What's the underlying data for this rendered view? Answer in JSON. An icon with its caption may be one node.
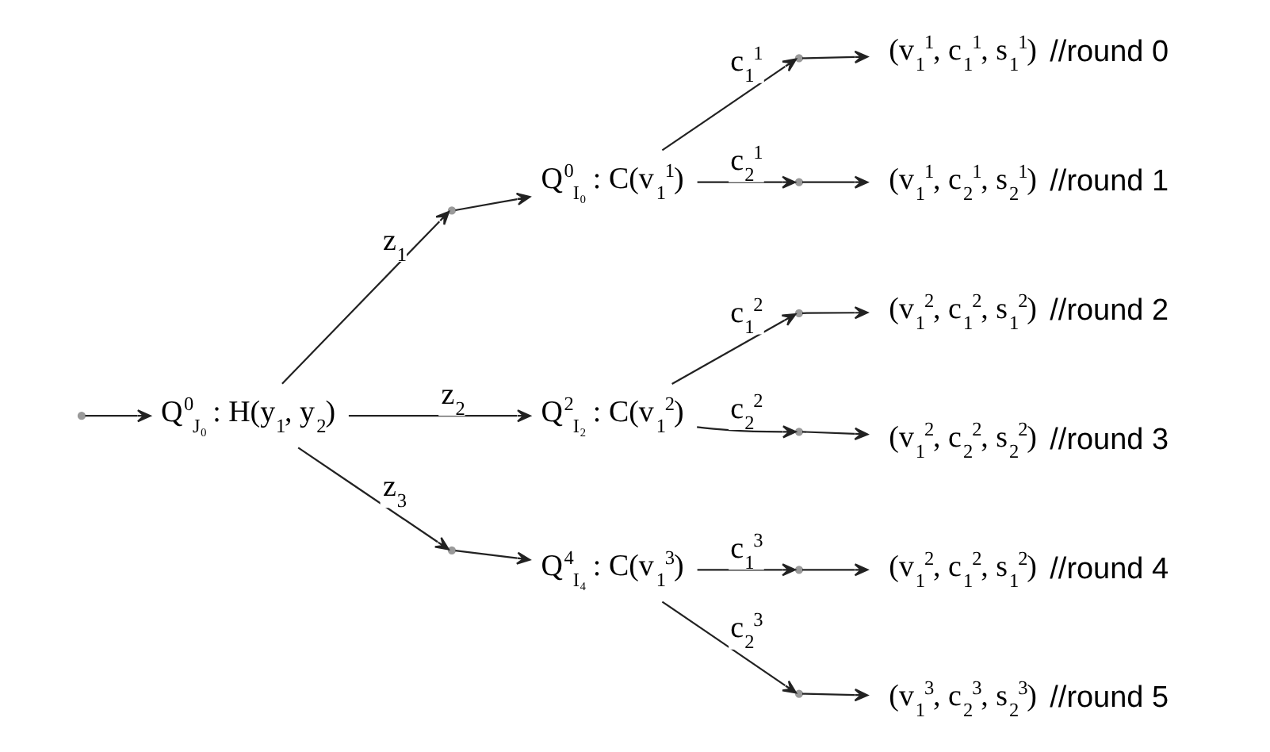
{
  "diagram": {
    "nodes": [
      {
        "text": [],
        "shape": "dot"
      },
      {
        "text": [
          "Q$^{0}$$_{J₀}$ : H(y$_{1}$, y$_{2}$)"
        ]
      },
      {
        "text": [],
        "shape": "dot"
      },
      {
        "text": [
          "Q$^{0}$$_{I₀}$ : C(v$_{1}$$^{1}$)"
        ]
      },
      {
        "text": [
          "Q$^{2}$$_{I₂}$ : C(v$_{1}$$^{2}$)"
        ]
      },
      {
        "text": [],
        "shape": "dot"
      },
      {
        "text": [
          "Q$^{4}$$_{I₄}$ : C(v$_{1}$$^{3}$)"
        ]
      },
      {
        "text": [],
        "shape": "dot"
      },
      {
        "text": [
          "(v$_{1}$$^{1}$, c$_{1}$$^{1}$, s$_{1}$$^{1}$)"
        ],
        "beside": [
          "//round 0"
        ]
      },
      {
        "text": [],
        "shape": "dot"
      },
      {
        "text": [
          "(v$_{1}$$^{1}$, c$_{2}$$^{1}$, s$_{2}$$^{1}$)"
        ],
        "beside": [
          "//round 1"
        ]
      },
      {
        "text": [],
        "shape": "dot"
      },
      {
        "text": [
          "(v$_{1}$$^{2}$, c$_{1}$$^{2}$, s$_{1}$$^{2}$)"
        ],
        "beside": [
          "//round 2"
        ]
      },
      {
        "text": [],
        "shape": "dot"
      },
      {
        "text": [
          "(v$_{1}$$^{2}$, c$_{2}$$^{2}$, s$_{2}$$^{2}$)"
        ],
        "beside": [
          "//round 3"
        ]
      },
      {
        "text": [],
        "shape": "dot"
      },
      {
        "text": [
          "(v$_{1}$$^{2}$, c$_{1}$$^{2}$, s$_{1}$$^{2}$)"
        ],
        "beside": [
          "//round 4"
        ]
      },
      {
        "text": [],
        "shape": "dot"
      },
      {
        "text": [
          "(v$_{1}$$^{3}$, c$_{2}$$^{3}$, s$_{2}$$^{3}$)"
        ],
        "beside": [
          "//round 5"
        ]
      }
    ],
    "edges": [
      {
        "from": 0,
        "to": 1,
        "arrow": "to"
      },
      {
        "from": 1,
        "to": 2,
        "arrow": "to",
        "label": "z$_{1}$"
      },
      {
        "from": 1,
        "to": 4,
        "arrow": "to",
        "label": "z$_{2}$"
      },
      {
        "from": 1,
        "to": 5,
        "arrow": "to",
        "label": "z$_{3}$"
      },
      {
        "from": 2,
        "to": 3,
        "arrow": "to"
      },
      {
        "from": 5,
        "to": 6,
        "arrow": "to"
      },
      {
        "from": 3,
        "to": 7,
        "arrow": "to",
        "label": "c$_{1}$$^{1}$"
      },
      {
        "from": 3,
        "to": 9,
        "arrow": "to",
        "label": "c$_{2}$$^{1}$"
      },
      {
        "from": 4,
        "to": 11,
        "arrow": "to",
        "label": "c$_{1}$$^{2}$"
      },
      {
        "from": 4,
        "to": 13,
        "arrow": "to",
        "label": "c$_{2}$$^{2}$"
      },
      {
        "from": 6,
        "to": 15,
        "arrow": "to",
        "label": "c$_{1}$$^{3}$"
      },
      {
        "from": 6,
        "to": 17,
        "arrow": "to",
        "label": "c$_{2}$$^{3}$"
      },
      {
        "from": 7,
        "to": 8,
        "arrow": "to"
      },
      {
        "from": 9,
        "to": 10,
        "arrow": "to"
      },
      {
        "from": 11,
        "to": 12,
        "arrow": "to"
      },
      {
        "from": 13,
        "to": 14,
        "arrow": "to"
      },
      {
        "from": 15,
        "to": 16,
        "arrow": "to"
      },
      {
        "from": 17,
        "to": 18,
        "arrow": "to"
      }
    ]
  }
}
